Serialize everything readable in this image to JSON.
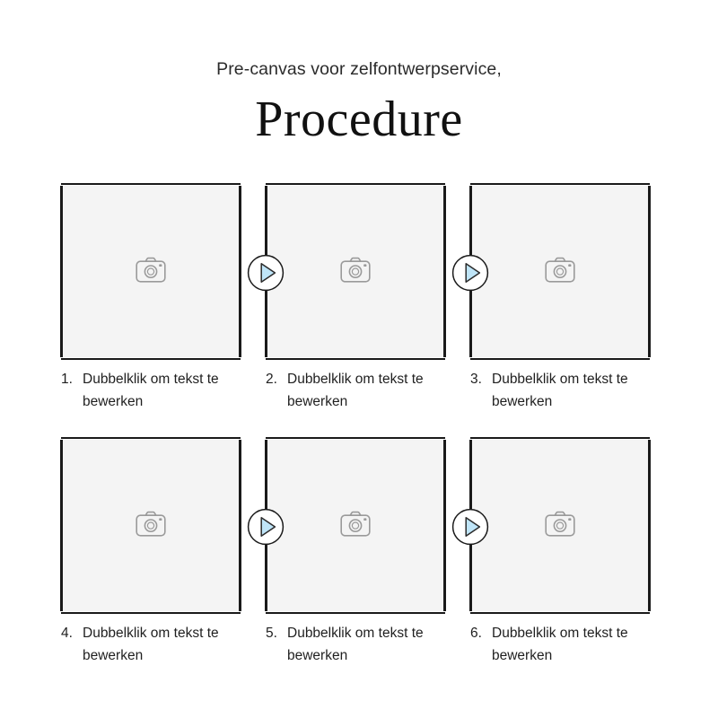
{
  "header": {
    "subtitle": "Pre-canvas voor zelfontwerpservice,",
    "title": "Procedure"
  },
  "colors": {
    "page_background": "#ffffff",
    "tile_background": "#f4f4f4",
    "line": "#1a1a1a",
    "arrow_fill": "#bfe5f8",
    "arrow_stroke": "#2b2b2b",
    "camera_icon": "#9a9a9a",
    "text": "#1f1f1f"
  },
  "icons": {
    "placeholder": "camera-icon",
    "connector": "play-triangle-icon"
  },
  "rows": [
    {
      "cells": [
        {
          "number": "1.",
          "caption": "Dubbelklik om tekst te bewerken",
          "placeholder": "camera-icon"
        },
        {
          "number": "2.",
          "caption": "Dubbelklik om tekst te bewerken",
          "placeholder": "camera-icon"
        },
        {
          "number": "3.",
          "caption": "Dubbelklik om tekst te bewerken",
          "placeholder": "camera-icon"
        }
      ],
      "connectors": [
        "play-triangle-icon",
        "play-triangle-icon"
      ]
    },
    {
      "cells": [
        {
          "number": "4.",
          "caption": "Dubbelklik om tekst te bewerken",
          "placeholder": "camera-icon"
        },
        {
          "number": "5.",
          "caption": "Dubbelklik om tekst te bewerken",
          "placeholder": "camera-icon"
        },
        {
          "number": "6.",
          "caption": "Dubbelklik om tekst te bewerken",
          "placeholder": "camera-icon"
        }
      ],
      "connectors": [
        "play-triangle-icon",
        "play-triangle-icon"
      ]
    }
  ]
}
